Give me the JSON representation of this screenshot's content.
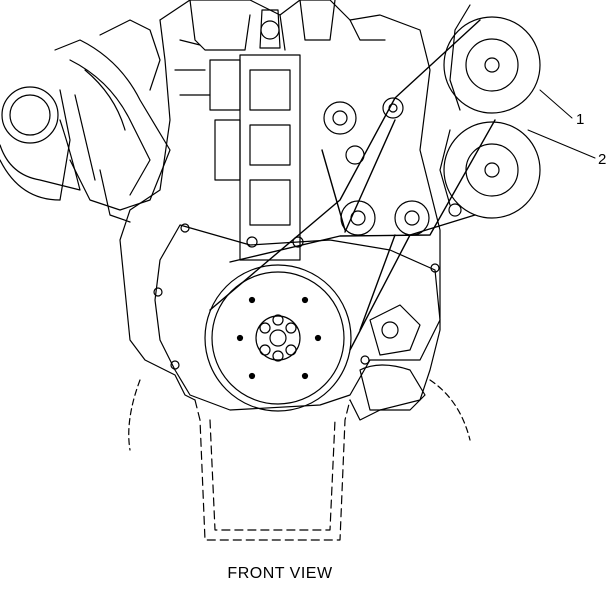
{
  "diagram": {
    "caption": "FRONT VIEW",
    "callouts": [
      {
        "id": "1",
        "label": "1"
      },
      {
        "id": "2",
        "label": "2"
      }
    ],
    "colors": {
      "line": "#000000",
      "background": "#ffffff"
    }
  }
}
